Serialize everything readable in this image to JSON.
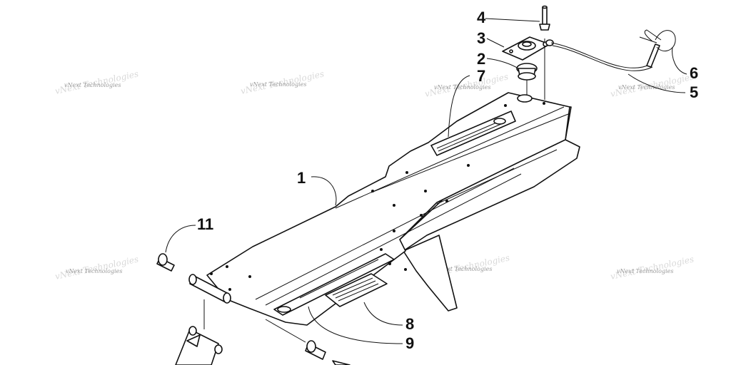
{
  "callouts": {
    "c1": "1",
    "c2": "2",
    "c3": "3",
    "c4": "4",
    "c5": "5",
    "c6": "6",
    "c7": "7",
    "c8": "8",
    "c9": "9",
    "c11": "11"
  },
  "watermark": {
    "text": "vNext Technologies"
  },
  "colors": {
    "line": "#111111",
    "background": "#ffffff",
    "watermark": "#9a9a9a"
  }
}
